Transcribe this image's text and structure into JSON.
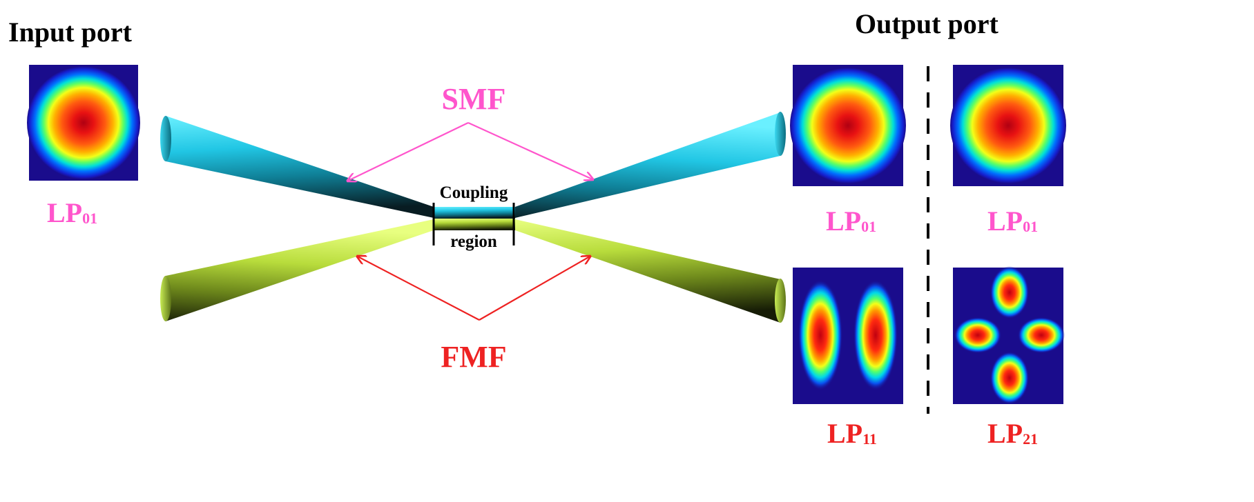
{
  "titles": {
    "input": "Input port",
    "output": "Output port"
  },
  "labels": {
    "smf": "SMF",
    "fmf": "FMF",
    "coupling_line1": "Coupling",
    "coupling_line2": "region"
  },
  "modes": {
    "input": {
      "base": "LP",
      "sub": "01"
    },
    "out_top_left": {
      "base": "LP",
      "sub": "01"
    },
    "out_top_right": {
      "base": "LP",
      "sub": "01"
    },
    "out_bottom_left": {
      "base": "LP",
      "sub": "11"
    },
    "out_bottom_right": {
      "base": "LP",
      "sub": "21"
    }
  },
  "colors": {
    "magenta": "#ff55cc",
    "red": "#ee2222",
    "smf_fiber": "#22c8e6",
    "fmf_fiber": "#b8dc3c",
    "mode_bg": "#1a0c8c"
  }
}
